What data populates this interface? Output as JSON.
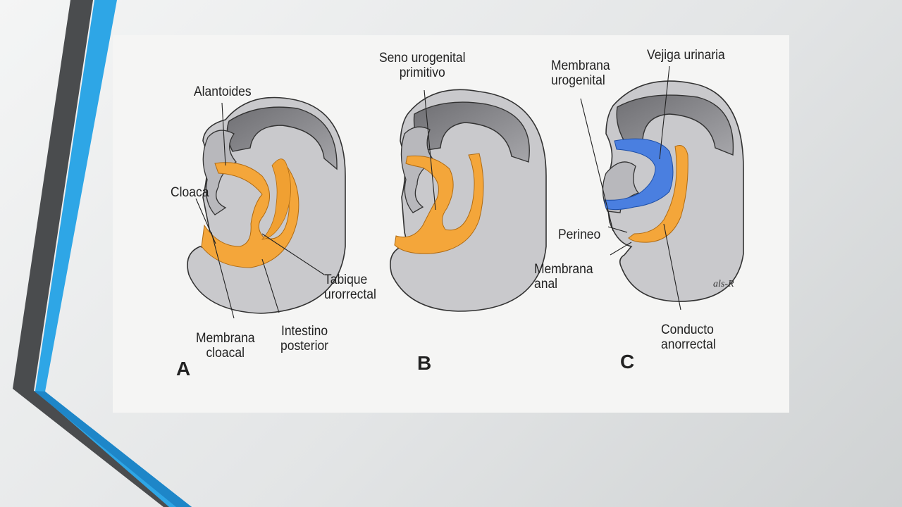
{
  "colors": {
    "background": "#e6e8e9",
    "stripe_dark": "#4a4c4e",
    "stripe_blue": "#2ea6e6",
    "mesoderm_orange": "#f4a63a",
    "bladder_blue": "#4a7fe0",
    "tissue_gray": "#c9c9cc",
    "lumen_gray": "#8d8d91"
  },
  "panels": [
    {
      "letter": "A",
      "labels": {
        "alantoides": "Alantoides",
        "cloaca": "Cloaca",
        "tabique": "Tabique\nurorrectal",
        "membrana_cloacal": "Membrana\ncloacal",
        "intestino": "Intestino\nposterior"
      }
    },
    {
      "letter": "B",
      "labels": {
        "seno": "Seno urogenital\nprimitivo"
      }
    },
    {
      "letter": "C",
      "labels": {
        "membrana_urogenital": "Membrana\nurogenital",
        "vejiga": "Vejiga urinaria",
        "perineo": "Perineo",
        "membrana_anal": "Membrana\nanal",
        "conducto": "Conducto\nanorrectal"
      }
    }
  ],
  "signature": "als-R"
}
